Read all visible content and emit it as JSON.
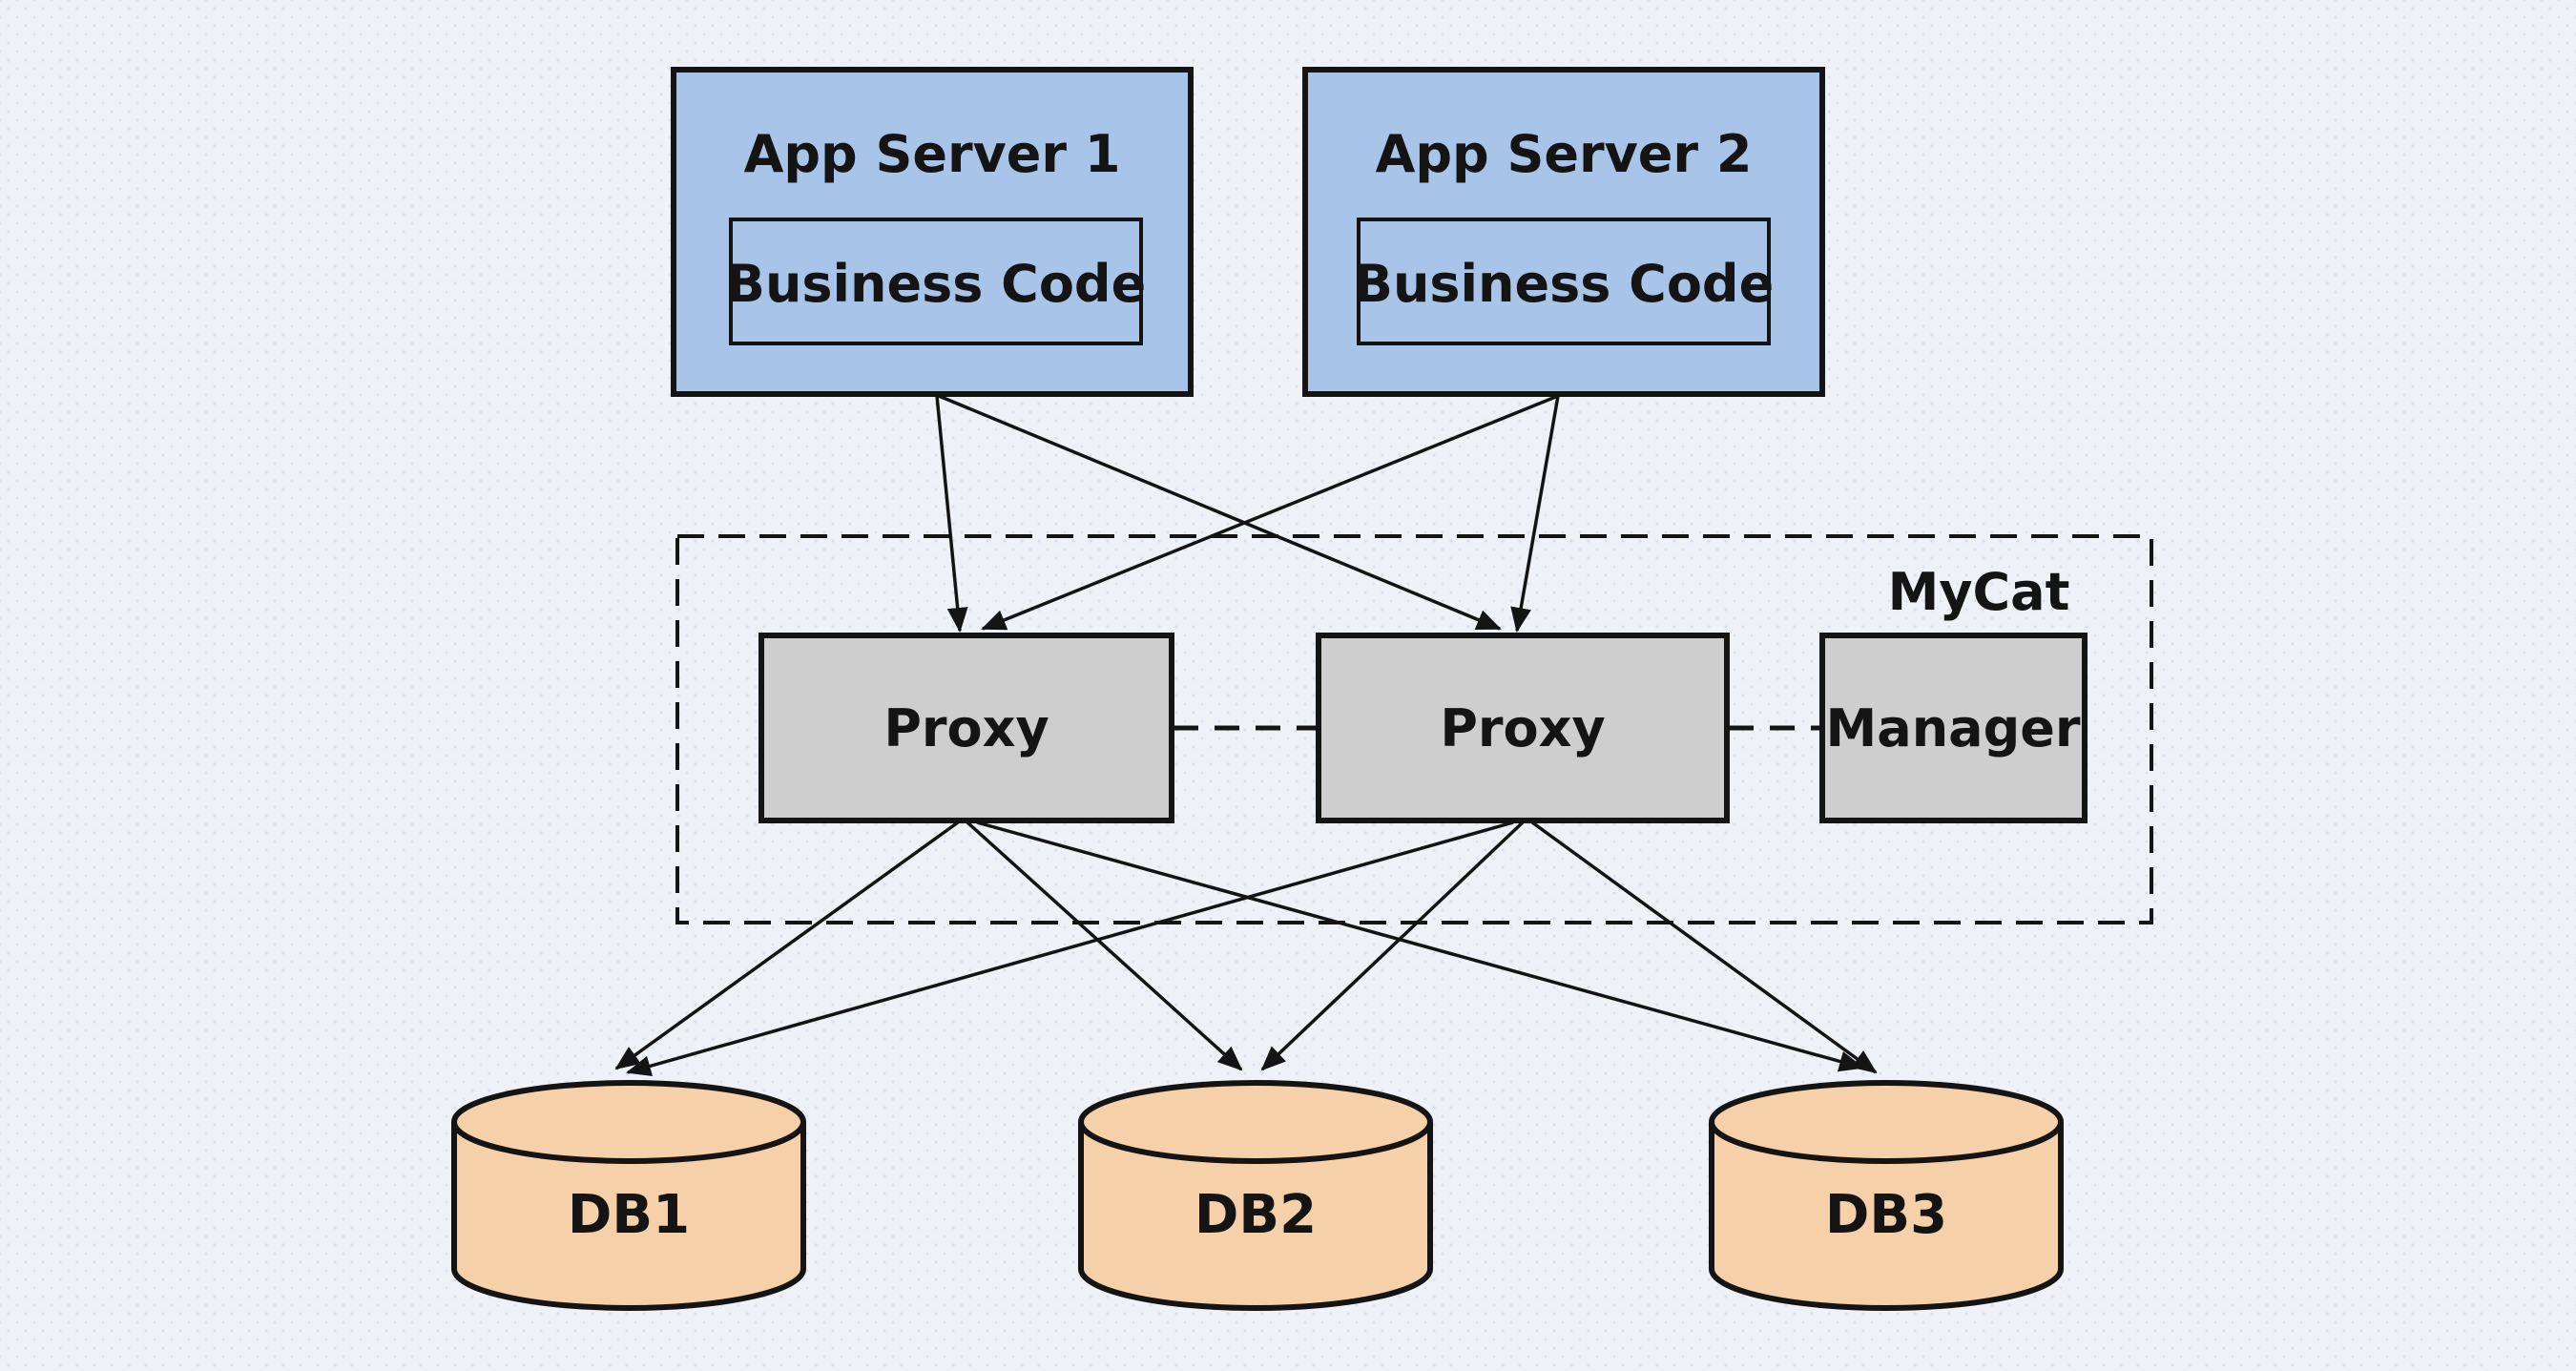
{
  "diagram": {
    "nodes": {
      "app_server_1": {
        "label": "App Server 1",
        "sublabel": "Business Code"
      },
      "app_server_2": {
        "label": "App Server 2",
        "sublabel": "Business Code"
      },
      "mycat_group": {
        "label": "MyCat"
      },
      "proxy_1": {
        "label": "Proxy"
      },
      "proxy_2": {
        "label": "Proxy"
      },
      "manager": {
        "label": "Manager"
      },
      "db_1": {
        "label": "DB1"
      },
      "db_2": {
        "label": "DB2"
      },
      "db_3": {
        "label": "DB3"
      }
    },
    "colors": {
      "background": "#eef2f8",
      "app_server_fill": "#a8c4e9",
      "middleware_fill": "#cecece",
      "database_fill": "#f6d0a8",
      "line": "#141414"
    },
    "edges": {
      "solid_arrows": [
        {
          "from": "app_server_1",
          "to": "proxy_1"
        },
        {
          "from": "app_server_1",
          "to": "proxy_2"
        },
        {
          "from": "app_server_2",
          "to": "proxy_1"
        },
        {
          "from": "app_server_2",
          "to": "proxy_2"
        },
        {
          "from": "proxy_1",
          "to": "db_1"
        },
        {
          "from": "proxy_1",
          "to": "db_2"
        },
        {
          "from": "proxy_1",
          "to": "db_3"
        },
        {
          "from": "proxy_2",
          "to": "db_1"
        },
        {
          "from": "proxy_2",
          "to": "db_2"
        },
        {
          "from": "proxy_2",
          "to": "db_3"
        }
      ],
      "dashed_links": [
        {
          "from": "proxy_1",
          "to": "proxy_2"
        },
        {
          "from": "proxy_2",
          "to": "manager"
        }
      ]
    }
  }
}
